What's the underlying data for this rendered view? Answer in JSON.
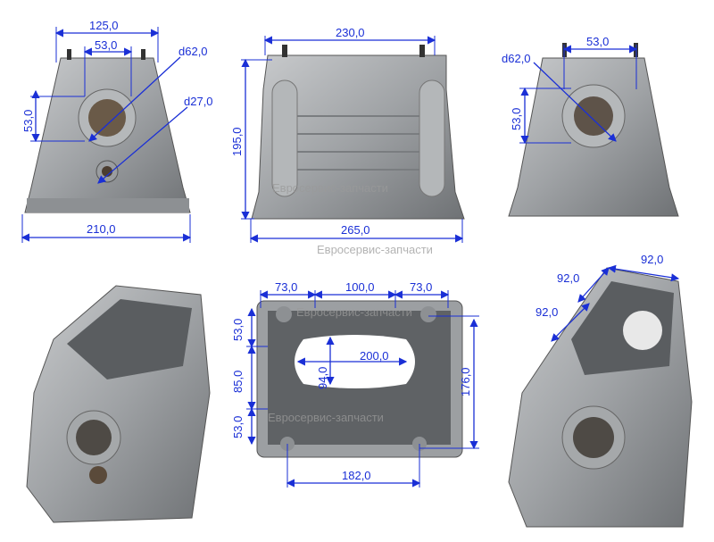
{
  "watermark": "Евросервис-запчасти",
  "colors": {
    "dimension": "#1a2fd6",
    "metal": "#a9acaf",
    "metal_dark": "#5e6164"
  },
  "views": {
    "front": {
      "width_top": "125,0",
      "bolt_spacing": "53,0",
      "bore": "d62,0",
      "small_bore": "d27,0",
      "bolt_spacing_vertical": "53,0",
      "base_width": "210,0"
    },
    "side": {
      "top_length": "230,0",
      "height": "195,0",
      "base_length": "265,0"
    },
    "rear": {
      "bolt_spacing": "53,0",
      "bore": "d62,0",
      "bolt_spacing_vertical": "53,0"
    },
    "top": {
      "left_offset": "73,0",
      "middle": "100,0",
      "right_offset": "73,0",
      "left_1": "53,0",
      "left_2": "85,0",
      "left_3": "53,0",
      "opening_length": "200,0",
      "opening_width": "94,0",
      "depth": "176,0",
      "bottom_spacing": "182,0"
    },
    "iso_right": {
      "top_a": "92,0",
      "top_b": "92,0",
      "side": "92,0"
    }
  }
}
